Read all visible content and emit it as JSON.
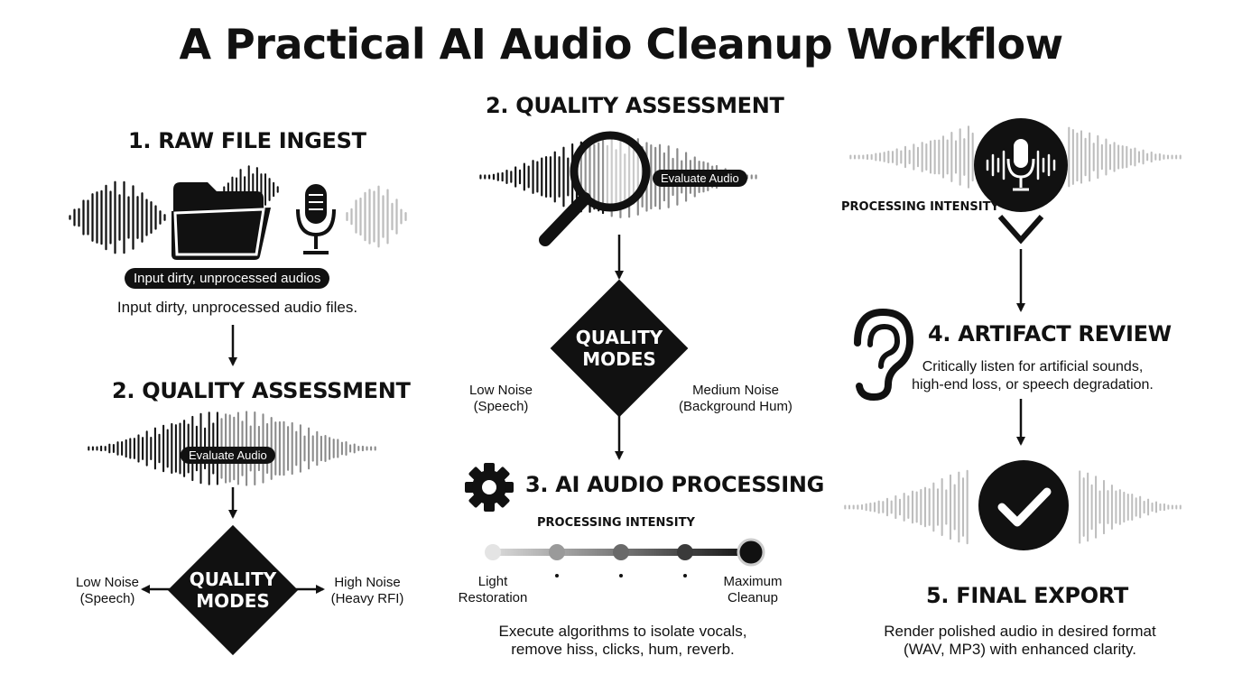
{
  "title": "A Practical AI Audio Cleanup Workflow",
  "col1": {
    "step1": {
      "heading": "1. RAW FILE INGEST",
      "pill": "Input dirty, unprocessed audios",
      "desc": "Input dirty, unprocessed audio files."
    },
    "step2": {
      "heading": "2. QUALITY ASSESSMENT",
      "pill": "Evaluate Audio"
    },
    "decision": {
      "line1": "QUALITY",
      "line2": "MODES",
      "left_line1": "Low Noise",
      "left_line2": "(Speech)",
      "right_line1": "High Noise",
      "right_line2": "(Heavy RFI)"
    }
  },
  "col2": {
    "step2": {
      "heading": "2. QUALITY ASSESSMENT",
      "pill": "Evaluate Audio"
    },
    "decision": {
      "line1": "QUALITY",
      "line2": "MODES",
      "left_line1": "Low Noise",
      "left_line2": "(Speech)",
      "right_line1": "Medium Noise",
      "right_line2": "(Background Hum)"
    },
    "step3": {
      "heading": "3. AI AUDIO PROCESSING",
      "intensity_label": "PROCESSING INTENSITY",
      "slider_min_line1": "Light",
      "slider_min_line2": "Restoration",
      "slider_max_line1": "Maximum",
      "slider_max_line2": "Cleanup",
      "slider_value": 1.0,
      "desc_line1": "Execute algorithms to isolate vocals,",
      "desc_line2": "remove hiss, clicks, hum, reverb."
    }
  },
  "col3": {
    "intensity_label": "PROCESSING INTENSITY",
    "step4": {
      "heading": "4. ARTIFACT REVIEW",
      "desc_line1": "Critically listen for artificial sounds,",
      "desc_line2": "high-end loss, or speech degradation."
    },
    "step5": {
      "heading": "5. FINAL EXPORT",
      "desc_line1": "Render polished audio in desired format",
      "desc_line2": "(WAV, MP3) with enhanced clarity."
    }
  },
  "icons": [
    "folder-icon",
    "microphone-icon",
    "magnifier-icon",
    "gear-icon",
    "ear-icon",
    "checkmark-icon",
    "waveform-icon"
  ],
  "colors": {
    "ink": "#111111",
    "gray": "#8a8a8a",
    "light": "#bdbdbd",
    "background": "#ffffff"
  }
}
